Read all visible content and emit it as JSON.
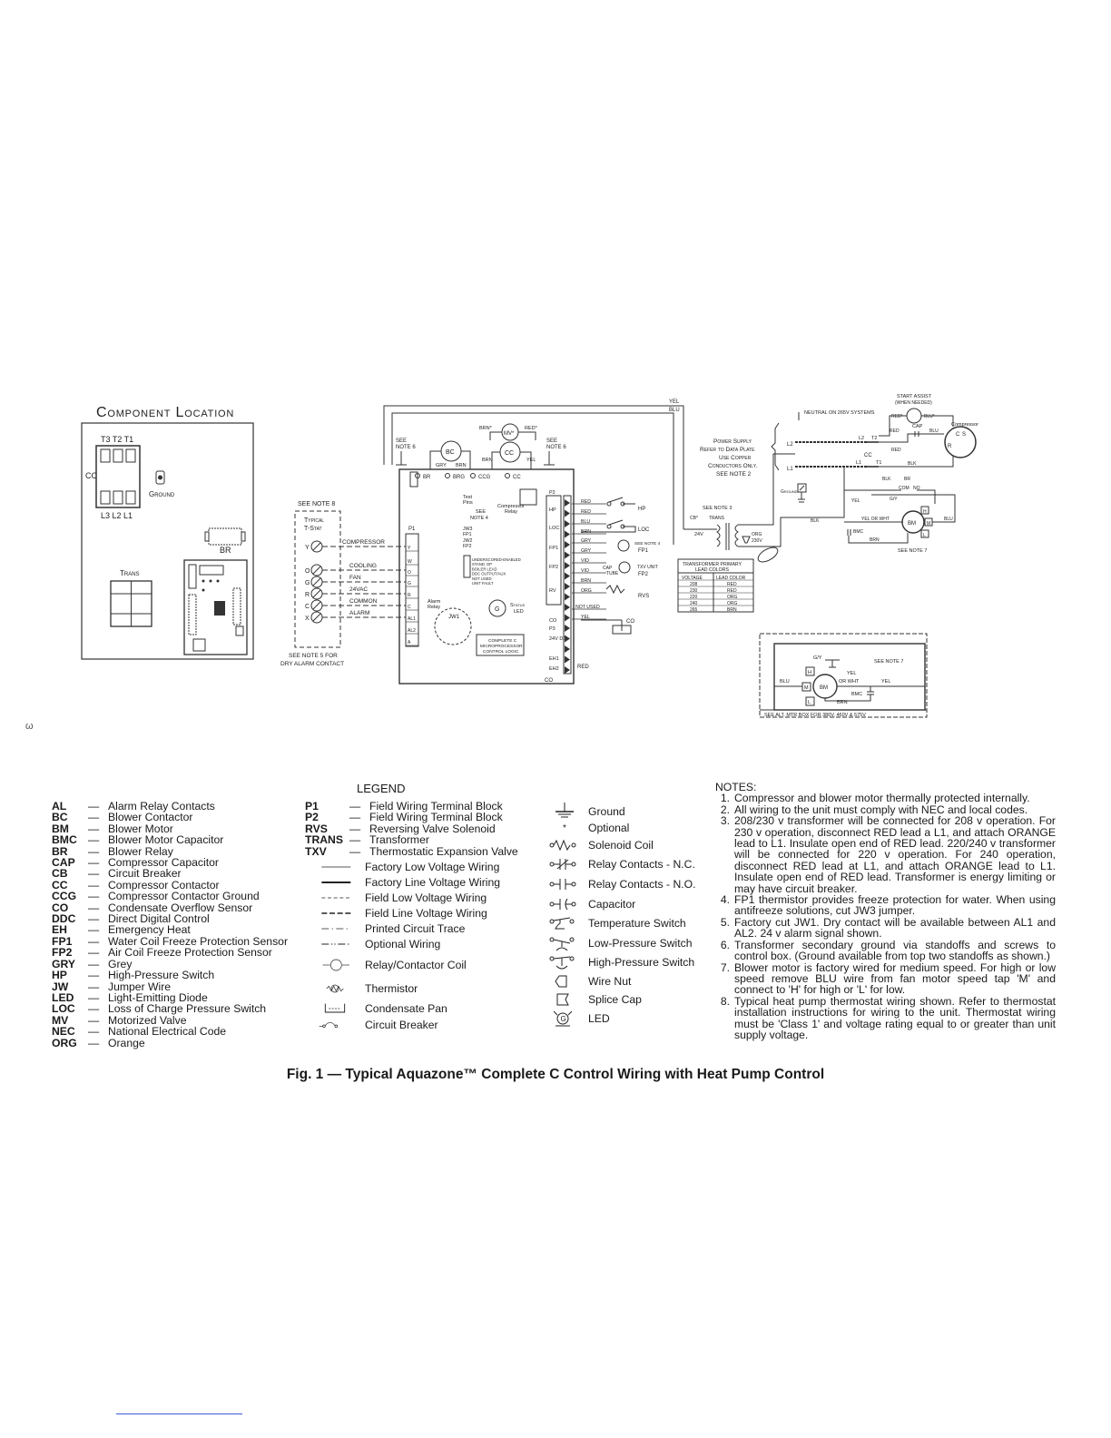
{
  "figure": {
    "caption": "Fig. 1 — Typical Aquazone™ Complete C Control Wiring with Heat Pump Control",
    "page_mark": "ω"
  },
  "component_location": {
    "title": "Component Location",
    "cc_terminals_top": "T3 T2 T1",
    "cc_terminals_bottom": "L3 L2 L1",
    "cc_label": "CC",
    "ground_label": "Ground",
    "br_label": "BR",
    "trans_label": "Trans"
  },
  "schematic": {
    "see_note_8": "SEE NOTE 8",
    "typical_tstat": [
      "Typical",
      "T-Stat"
    ],
    "tstat_terminals": [
      "Y",
      "O",
      "G",
      "R",
      "C",
      "X"
    ],
    "tstat_functions": [
      "COMPRESSOR",
      "COOLING",
      "FAN",
      "24VAC",
      "COMMON",
      "ALARM"
    ],
    "see_note_5": [
      "SEE NOTE 5 FOR",
      "DRY ALARM CONTACT"
    ],
    "p1_label": "P1",
    "p1_terminals": [
      "Y",
      "W",
      "O",
      "G",
      "R",
      "C",
      "AL1",
      "AL2",
      "A"
    ],
    "top_wire_labels": [
      "YEL",
      "BLU"
    ],
    "see_note_6": [
      "SEE",
      "NOTE 6"
    ],
    "bm_label": "BC",
    "mv_label": "MV*",
    "cc_coil_label": "CC",
    "wire_colors_top": [
      "BRN*",
      "RED*",
      "GRY",
      "BRN",
      "BRN",
      "YEL"
    ],
    "board_row": [
      "BR",
      "BRG",
      "CCG",
      "CC"
    ],
    "test_pins": [
      "Test",
      "Pins"
    ],
    "compressor_relay": [
      "Compressor",
      "Relay"
    ],
    "see_note_4": [
      "SEE",
      "NOTE 4"
    ],
    "jumpers": [
      "JW3",
      "FP1",
      "JW2",
      "FP2"
    ],
    "dip_text": [
      "UNDERSCORED-ENABLED",
      "STAND. DP",
      "BOILER LEAD",
      "DDC OUTPUT/AUX",
      "NOT USED",
      "UNIT FAULT"
    ],
    "alarm_relay": [
      "Alarm",
      "Relay"
    ],
    "jw1": "JW1",
    "status_led": [
      "Status",
      "LED"
    ],
    "microprocessor": [
      "COMPLETE C",
      "MICROPROCESSOR",
      "CONTROL LOGIC"
    ],
    "right_headers": [
      "P2",
      "HP",
      "LOC",
      "FP1",
      "FP2",
      "RV",
      "CO",
      "P3",
      "24V DC",
      "EH1",
      "EH2"
    ],
    "right_wires": [
      "RED",
      "RED",
      "BLU",
      "BRN",
      "GRY",
      "GRY",
      "VIO",
      "VIO",
      "BRN",
      "ORG",
      "NOT USED",
      "YEL"
    ],
    "right_devices": [
      "HP",
      "LOC",
      "FP1",
      "FP2",
      "RVS",
      "CO"
    ],
    "see_note_4b": "SEE NOTE 4",
    "txv_label": [
      "CAP",
      "TUBE",
      "TXV UNIT"
    ],
    "bottom_labels": [
      "RED",
      "CO"
    ],
    "start_assist": [
      "START ASSIST",
      "(WHEN NEEDED)"
    ],
    "neutral_note": "NEUTRAL ON 265V SYSTEMS",
    "power_supply": [
      "Power Supply",
      "Refer to Data Plate",
      "Use Copper",
      "Conductors Only.",
      "SEE NOTE 2"
    ],
    "power_lines": [
      "L2",
      "L1",
      "Ground"
    ],
    "cc_terms": [
      "L2",
      "T2",
      "L1",
      "T1"
    ],
    "compressor_wires": [
      "RED",
      "BLU",
      "RED",
      "BLK",
      "BLK",
      "BR",
      "COM",
      "NO"
    ],
    "compressor_label": "Compressor",
    "cap_label": "CAP",
    "see_note_3": "SEE NOTE 3",
    "cb_trans": [
      "CB*",
      "TRANS"
    ],
    "trans_voltage": [
      "24V",
      "ORG",
      "230V"
    ],
    "blower_wires": [
      "YEL",
      "G/Y",
      "YEL OR WHT",
      "BRN",
      "BLU",
      "BLK"
    ],
    "blower_speeds": [
      "H",
      "M",
      "L"
    ],
    "bm_motor": "BM",
    "bmc": "BMC",
    "see_note_7": "SEE NOTE 7",
    "transformer_table": {
      "title": [
        "TRANSFORMER PRIMARY",
        "LEAD COLORS"
      ],
      "headers": [
        "VOLTAGE",
        "LEAD COLOR"
      ],
      "rows": [
        [
          "208",
          "RED"
        ],
        [
          "230",
          "RED"
        ],
        [
          "220",
          "ORG"
        ],
        [
          "240",
          "ORG"
        ],
        [
          "265",
          "BRN"
        ]
      ]
    },
    "alt_box": {
      "labels": [
        "G/Y",
        "SEE NOTE 7",
        "YEL",
        "BLU",
        "OR WHT",
        "YEL",
        "BMC",
        "BRN",
        "BM"
      ],
      "speeds": [
        "H",
        "M",
        "L"
      ],
      "footer": "SEE ALT. MTR BOX FOR 380V, 460V & 575V"
    }
  },
  "legend": {
    "title": "LEGEND",
    "abbreviations_col1": [
      {
        "k": "AL",
        "v": "Alarm Relay Contacts"
      },
      {
        "k": "BC",
        "v": "Blower Contactor"
      },
      {
        "k": "BM",
        "v": "Blower Motor"
      },
      {
        "k": "BMC",
        "v": "Blower Motor Capacitor"
      },
      {
        "k": "BR",
        "v": "Blower Relay"
      },
      {
        "k": "CAP",
        "v": "Compressor Capacitor"
      },
      {
        "k": "CB",
        "v": "Circuit Breaker"
      },
      {
        "k": "CC",
        "v": "Compressor Contactor"
      },
      {
        "k": "CCG",
        "v": "Compressor Contactor Ground"
      },
      {
        "k": "CO",
        "v": "Condensate Overflow Sensor"
      },
      {
        "k": "DDC",
        "v": "Direct Digital Control"
      },
      {
        "k": "EH",
        "v": "Emergency Heat"
      },
      {
        "k": "FP1",
        "v": "Water Coil Freeze Protection Sensor"
      },
      {
        "k": "FP2",
        "v": "Air Coil Freeze Protection Sensor"
      },
      {
        "k": "GRY",
        "v": "Grey"
      },
      {
        "k": "HP",
        "v": "High-Pressure Switch"
      },
      {
        "k": "JW",
        "v": "Jumper Wire"
      },
      {
        "k": "LED",
        "v": "Light-Emitting Diode"
      },
      {
        "k": "LOC",
        "v": "Loss of Charge Pressure Switch"
      },
      {
        "k": "MV",
        "v": "Motorized Valve"
      },
      {
        "k": "NEC",
        "v": "National Electrical Code"
      },
      {
        "k": "ORG",
        "v": "Orange"
      }
    ],
    "abbreviations_col2": [
      {
        "k": "P1",
        "v": "Field Wiring Terminal Block"
      },
      {
        "k": "P2",
        "v": "Field Wiring Terminal Block"
      },
      {
        "k": "RVS",
        "v": "Reversing Valve Solenoid"
      },
      {
        "k": "TRANS",
        "v": "Transformer"
      },
      {
        "k": "TXV",
        "v": "Thermostatic Expansion Valve"
      }
    ],
    "line_types": [
      "Factory Low Voltage Wiring",
      "Factory Line Voltage Wiring",
      "Field Low Voltage Wiring",
      "Field Line Voltage Wiring",
      "Printed Circuit Trace",
      "Optional Wiring",
      "Relay/Contactor Coil",
      "Thermistor",
      "Condensate Pan",
      "Circuit Breaker"
    ],
    "symbols": [
      "Ground",
      "Optional",
      "Solenoid Coil",
      "Relay Contacts - N.C.",
      "Relay Contacts - N.O.",
      "Capacitor",
      "Temperature Switch",
      "Low-Pressure Switch",
      "High-Pressure Switch",
      "Wire Nut",
      "Splice Cap",
      "LED"
    ],
    "optional_mark": "*"
  },
  "notes": {
    "title": "NOTES:",
    "items": [
      "Compressor and blower motor thermally protected internally.",
      "All wiring to the unit must comply with NEC and local codes.",
      "208/230 v transformer will be connected for 208 v operation. For 230 v operation, disconnect RED lead a L1, and attach ORANGE lead to L1. Insulate open end of RED lead. 220/240 v transformer will be connected for 220 v operation. For 240 operation, disconnect RED lead at L1, and attach ORANGE lead to L1. Insulate open end of RED lead. Transformer is energy limiting or may have circuit breaker.",
      "FP1 thermistor provides freeze protection for water. When using antifreeze solutions, cut JW3 jumper.",
      "Factory cut JW1. Dry contact will be available between AL1 and AL2. 24 v alarm signal shown.",
      "Transformer secondary ground via standoffs and screws to control box. (Ground available from top two standoffs as shown.)",
      "Blower motor is factory wired for medium speed. For high or low speed remove BLU wire from fan motor speed tap 'M' and connect to 'H' for high or 'L' for low.",
      "Typical heat pump thermostat wiring shown. Refer to thermostat installation instructions for wiring to the unit. Thermostat wiring must be 'Class 1' and voltage rating equal to or greater than unit supply voltage."
    ]
  }
}
